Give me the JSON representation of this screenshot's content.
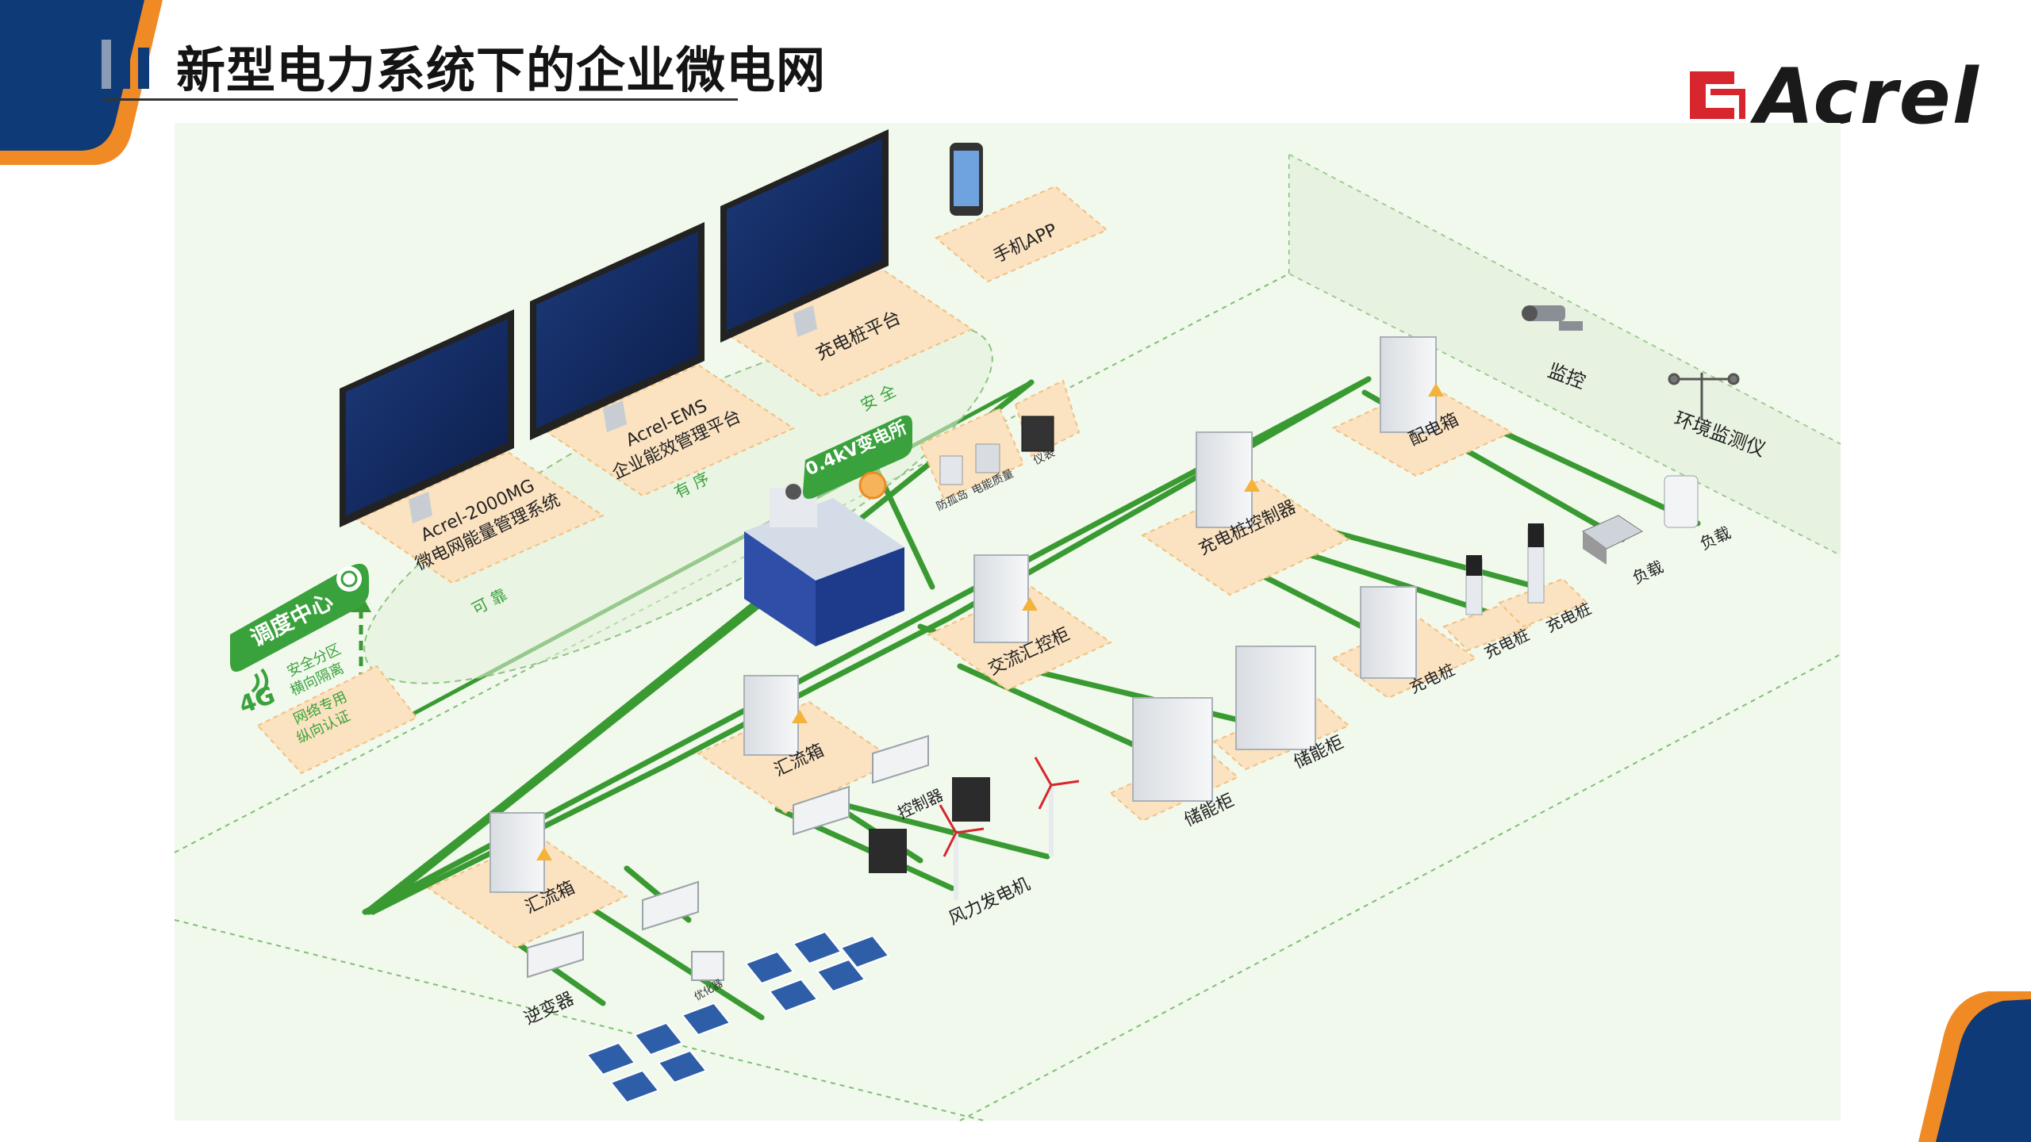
{
  "title": "新型电力系统下的企业微电网",
  "logo": {
    "text": "Acrel",
    "color": "#d7262e"
  },
  "colors": {
    "line": "#3a9a32",
    "pad": "#fbe2c0",
    "navy": "#0e3a78",
    "orange": "#f08a24",
    "green_label": "#3aa23c"
  },
  "platforms": {
    "mg_line1": "Acrel-2000MG",
    "mg_line2": "微电网能量管理系统",
    "ems_line1": "Acrel-EMS",
    "ems_line2": "企业能效管理平台",
    "charging": "充电桩平台",
    "app": "手机APP"
  },
  "dispatch": {
    "label": "调度中心",
    "network": "4G",
    "notes": [
      "安全分区",
      "横向隔离",
      "网络专用",
      "纵向认证"
    ]
  },
  "substation": {
    "label": "0.4kV变电所",
    "accessories": [
      "防孤岛",
      "电能质量",
      "仪表"
    ]
  },
  "flow": {
    "ordered": "有 序",
    "reliable": "可 靠",
    "safe": "安 全"
  },
  "equipment": {
    "combiner_box_1": "汇流箱",
    "combiner_box_2": "汇流箱",
    "inverter": "逆变器",
    "optimizer": "优化器",
    "controller": "控制器",
    "wind": "风力发电机",
    "ac_cabinet": "交流汇控柜",
    "storage_1": "储能柜",
    "storage_2": "储能柜",
    "charger_ctrl": "充电桩控制器",
    "charger_1": "充电桩",
    "charger_2": "充电桩",
    "charger_3": "充电桩",
    "dist_box": "配电箱",
    "load_1": "负载",
    "load_2": "负载",
    "monitor": "监控",
    "env_monitor": "环境监测仪"
  }
}
